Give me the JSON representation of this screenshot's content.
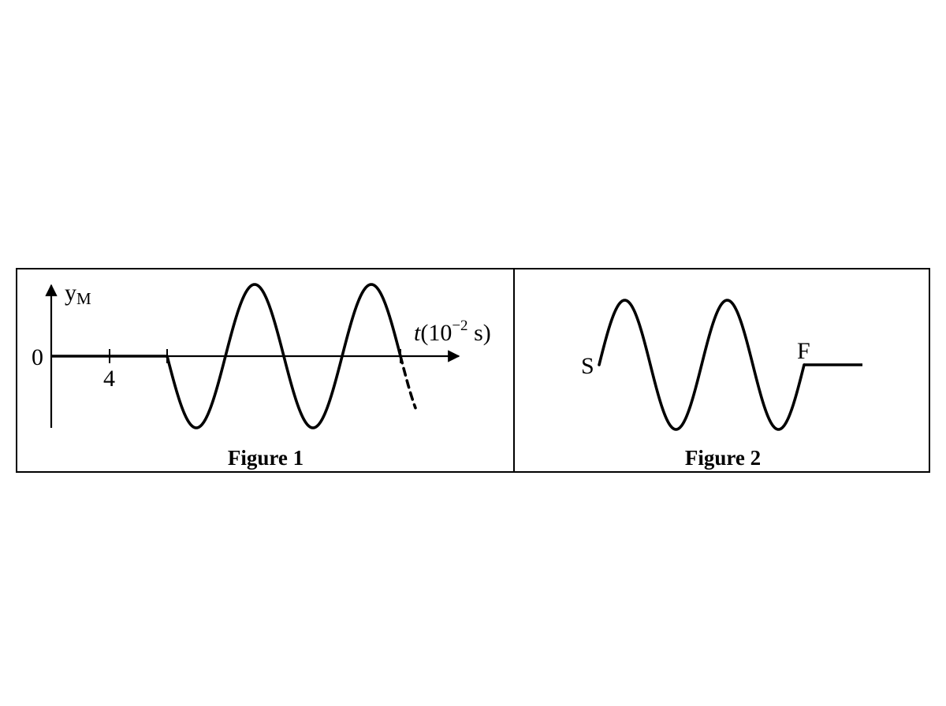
{
  "figure1": {
    "y_label_main": "y",
    "y_label_sub": "M",
    "x_label_var": "t",
    "x_label_prefix": "(10",
    "x_label_exp": "−2",
    "x_label_unit": " s)",
    "origin": "0",
    "tick_label": "4",
    "caption": "Figure 1"
  },
  "figure2": {
    "source_label": "S",
    "front_label": "F",
    "caption": "Figure 2"
  }
}
